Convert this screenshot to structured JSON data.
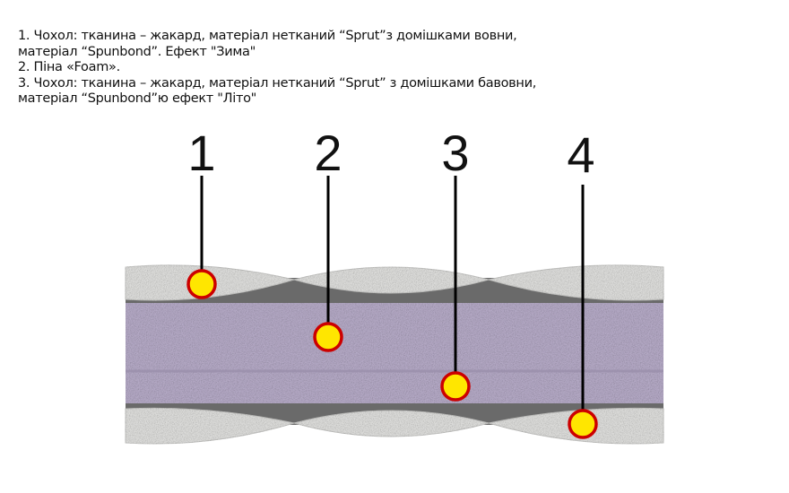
{
  "legend": {
    "lines": [
      "1. Чохол: тканина – жакард, матеріал нетканий “Sprut”з домішками вовни,",
      "матеріал “Spunbond”. Ефект \"Зима\"",
      "2. Піна «Foam».",
      "3. Чохол: тканина – жакард, матеріал нетканий “Sprut” з домішками бавовни,",
      "матеріал “Spunbond”ю ефект \"Літо\""
    ]
  },
  "markers": [
    "1",
    "2",
    "3",
    "4"
  ],
  "colors": {
    "foam": "#b3a8c4",
    "fabric": "#dcdcda",
    "marker_fill": "#ffe600",
    "marker_stroke": "#cc0000"
  }
}
